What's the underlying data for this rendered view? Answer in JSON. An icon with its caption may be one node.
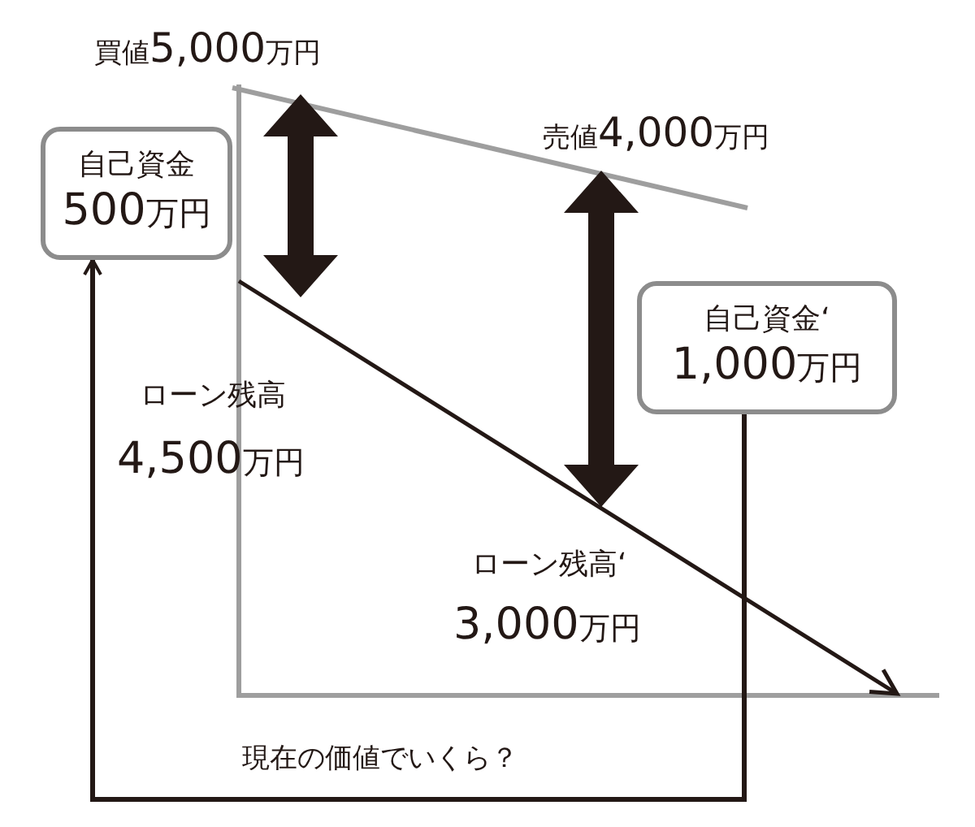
{
  "diagram": {
    "nodes": [
      {
        "text": [
          "自己資金",
          "500万円"
        ]
      },
      {
        "text": [
          "自己資金‘",
          "1,000万円"
        ]
      }
    ],
    "edges": [
      {
        "from": 1,
        "to": 0,
        "arrow": "to",
        "label": "現在の価値でいくら？"
      }
    ],
    "labels": [
      "買値5,000万円",
      "売値4,000万円",
      "ローン残高",
      "4,500万円",
      "ローン残高‘",
      "3,000万円"
    ]
  }
}
